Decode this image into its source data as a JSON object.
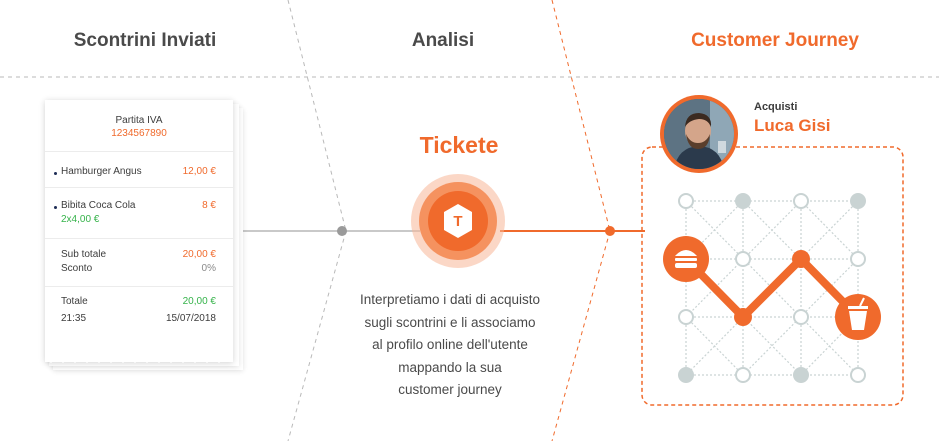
{
  "columns": {
    "sent": "Scontrini Inviati",
    "analysis": "Analisi",
    "journey": "Customer Journey"
  },
  "receipt": {
    "vat_label": "Partita IVA",
    "vat_number": "1234567890",
    "items": [
      {
        "name": "Hamburger Angus",
        "price": "12,00 €"
      },
      {
        "name": "Bibita Coca Cola",
        "price": "8 €",
        "detail": "2x4,00 €"
      }
    ],
    "subtotal_label": "Sub totale",
    "subtotal_value": "20,00 €",
    "discount_label": "Sconto",
    "discount_value": "0%",
    "total_label": "Totale",
    "total_value": "20,00 €",
    "time": "21:35",
    "date": "15/07/2018"
  },
  "brand": {
    "name": "Tickete",
    "logo_letter": "T"
  },
  "description": [
    "Interpretiamo i dati di acquisto",
    "sugli scontrini e li associamo",
    "al profilo online dell'utente",
    "mappando la sua",
    "customer journey"
  ],
  "user": {
    "label": "Acquisti",
    "name": "Luca Gisi"
  },
  "icons": {
    "start_node": "burger-icon",
    "end_node": "drink-cup-icon",
    "avatar": "user-photo-icon"
  },
  "colors": {
    "accent": "#f06a2c",
    "text_dark": "#4a4a4a",
    "green": "#35b34a",
    "node_gray": "#c9d3d3"
  }
}
